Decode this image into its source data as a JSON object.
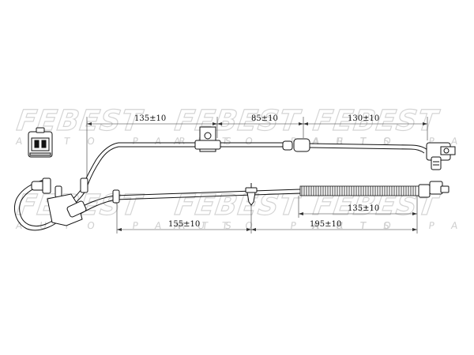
{
  "watermark": {
    "brand": "FEBEST",
    "subtitle": "AUTO PARTS"
  },
  "dimensions": {
    "top_left": "135±10",
    "top_middle": "85±10",
    "top_right": "130±10",
    "right_lower": "135±10",
    "bottom_left": "155±10",
    "bottom_right": "195±10"
  }
}
